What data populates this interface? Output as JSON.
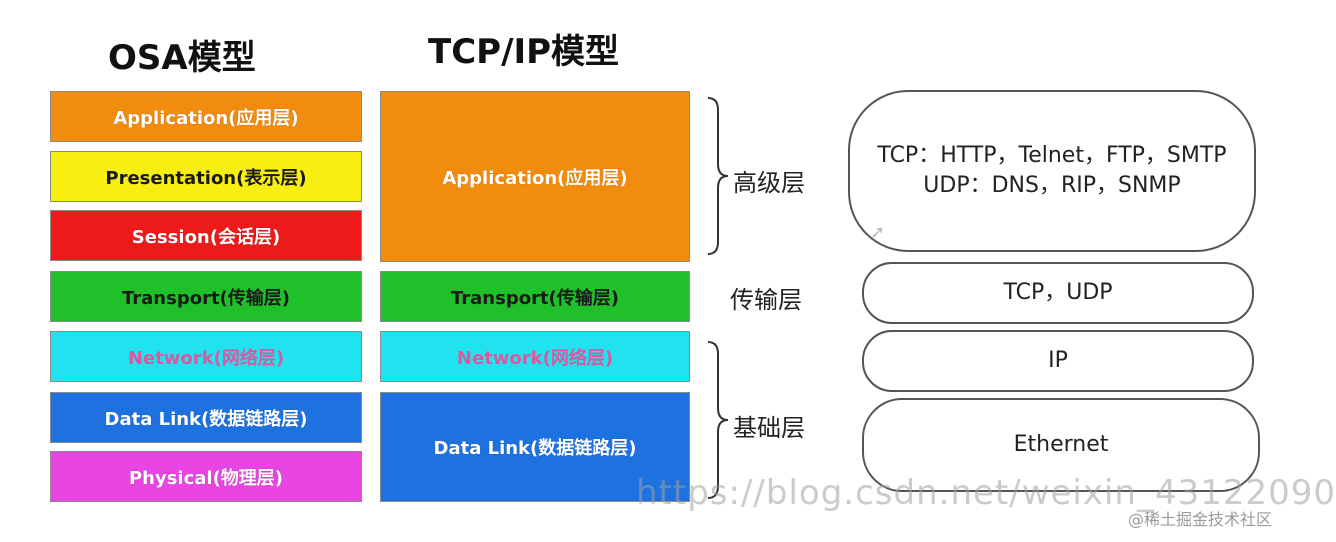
{
  "osi": {
    "title": "OSA模型",
    "layers": [
      {
        "label": "Application(应用层)",
        "color": "#F28C0F"
      },
      {
        "label": "Presentation(表示层)",
        "color": "#F7EE12"
      },
      {
        "label": "Session(会话层)",
        "color": "#EE1A1A"
      },
      {
        "label": "Transport(传输层)",
        "color": "#1FC02A"
      },
      {
        "label": "Network(网络层)",
        "color": "#21E3F0"
      },
      {
        "label": "Data Link(数据链路层)",
        "color": "#1D72E0"
      },
      {
        "label": "Physical(物理层)",
        "color": "#E845E2"
      }
    ]
  },
  "tcpip": {
    "title": "TCP/IP模型",
    "layers": [
      {
        "label": "Application(应用层)",
        "color": "#F28C0F"
      },
      {
        "label": "Transport(传输层)",
        "color": "#1FC02A"
      },
      {
        "label": "Network(网络层)",
        "color": "#21E3F0"
      },
      {
        "label": "Data Link(数据链路层)",
        "color": "#1D72E0"
      }
    ]
  },
  "groups": {
    "high": "高级层",
    "transport": "传输层",
    "base": "基础层"
  },
  "protocols": {
    "application_line1": "TCP：HTTP，Telnet，FTP，SMTP",
    "application_line2": "UDP：DNS，RIP，SNMP",
    "transport": "TCP，UDP",
    "network": "IP",
    "datalink": "Ethernet"
  },
  "watermark": "https://blog.csdn.net/weixin_43122090",
  "credit": "@稀土掘金技术社区"
}
